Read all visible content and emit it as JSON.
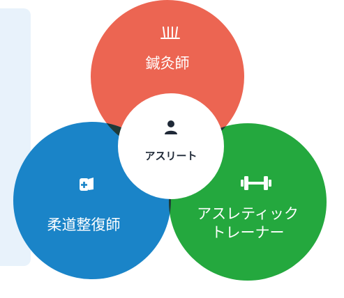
{
  "diagram": {
    "circles": [
      {
        "id": "acupuncturist",
        "label": "鍼灸師",
        "color": "#ec6552",
        "icon": "acupuncture-needles-icon"
      },
      {
        "id": "judo-therapist",
        "label": "柔道整復師",
        "color": "#1a84c8",
        "icon": "bandage-roll-icon"
      },
      {
        "id": "athletic-trainer",
        "label_lines": [
          "アスレティック",
          "トレーナー"
        ],
        "color": "#24a83e",
        "icon": "dumbbell-icon"
      },
      {
        "id": "athlete",
        "label": "アスリート",
        "color": "#ffffff",
        "icon": "person-icon"
      }
    ],
    "overlap_color": "#1f3a38"
  }
}
